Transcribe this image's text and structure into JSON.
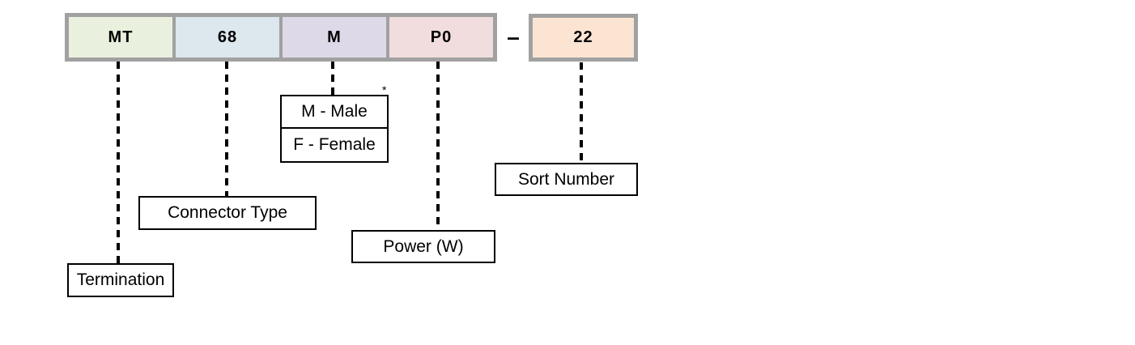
{
  "code_boxes": {
    "termination_code": "MT",
    "connector_code": "68",
    "gender_code": "M",
    "power_code": "P0",
    "separator": "–",
    "sort_code": "22"
  },
  "labels": {
    "male": "M - Male",
    "female": "F - Female",
    "sort": "Sort Number",
    "connector": "Connector Type",
    "power": "Power (W)",
    "termination": "Termination",
    "footnote_marker": "*"
  },
  "colors": {
    "termination_fill": "#eaf0de",
    "connector_fill": "#dce7ee",
    "gender_fill": "#ded9e9",
    "power_fill": "#f1dddd",
    "sort_fill": "#fbe5d2",
    "strip_border": "#a1a1a1",
    "label_border": "#000000",
    "line_color": "#000000"
  }
}
